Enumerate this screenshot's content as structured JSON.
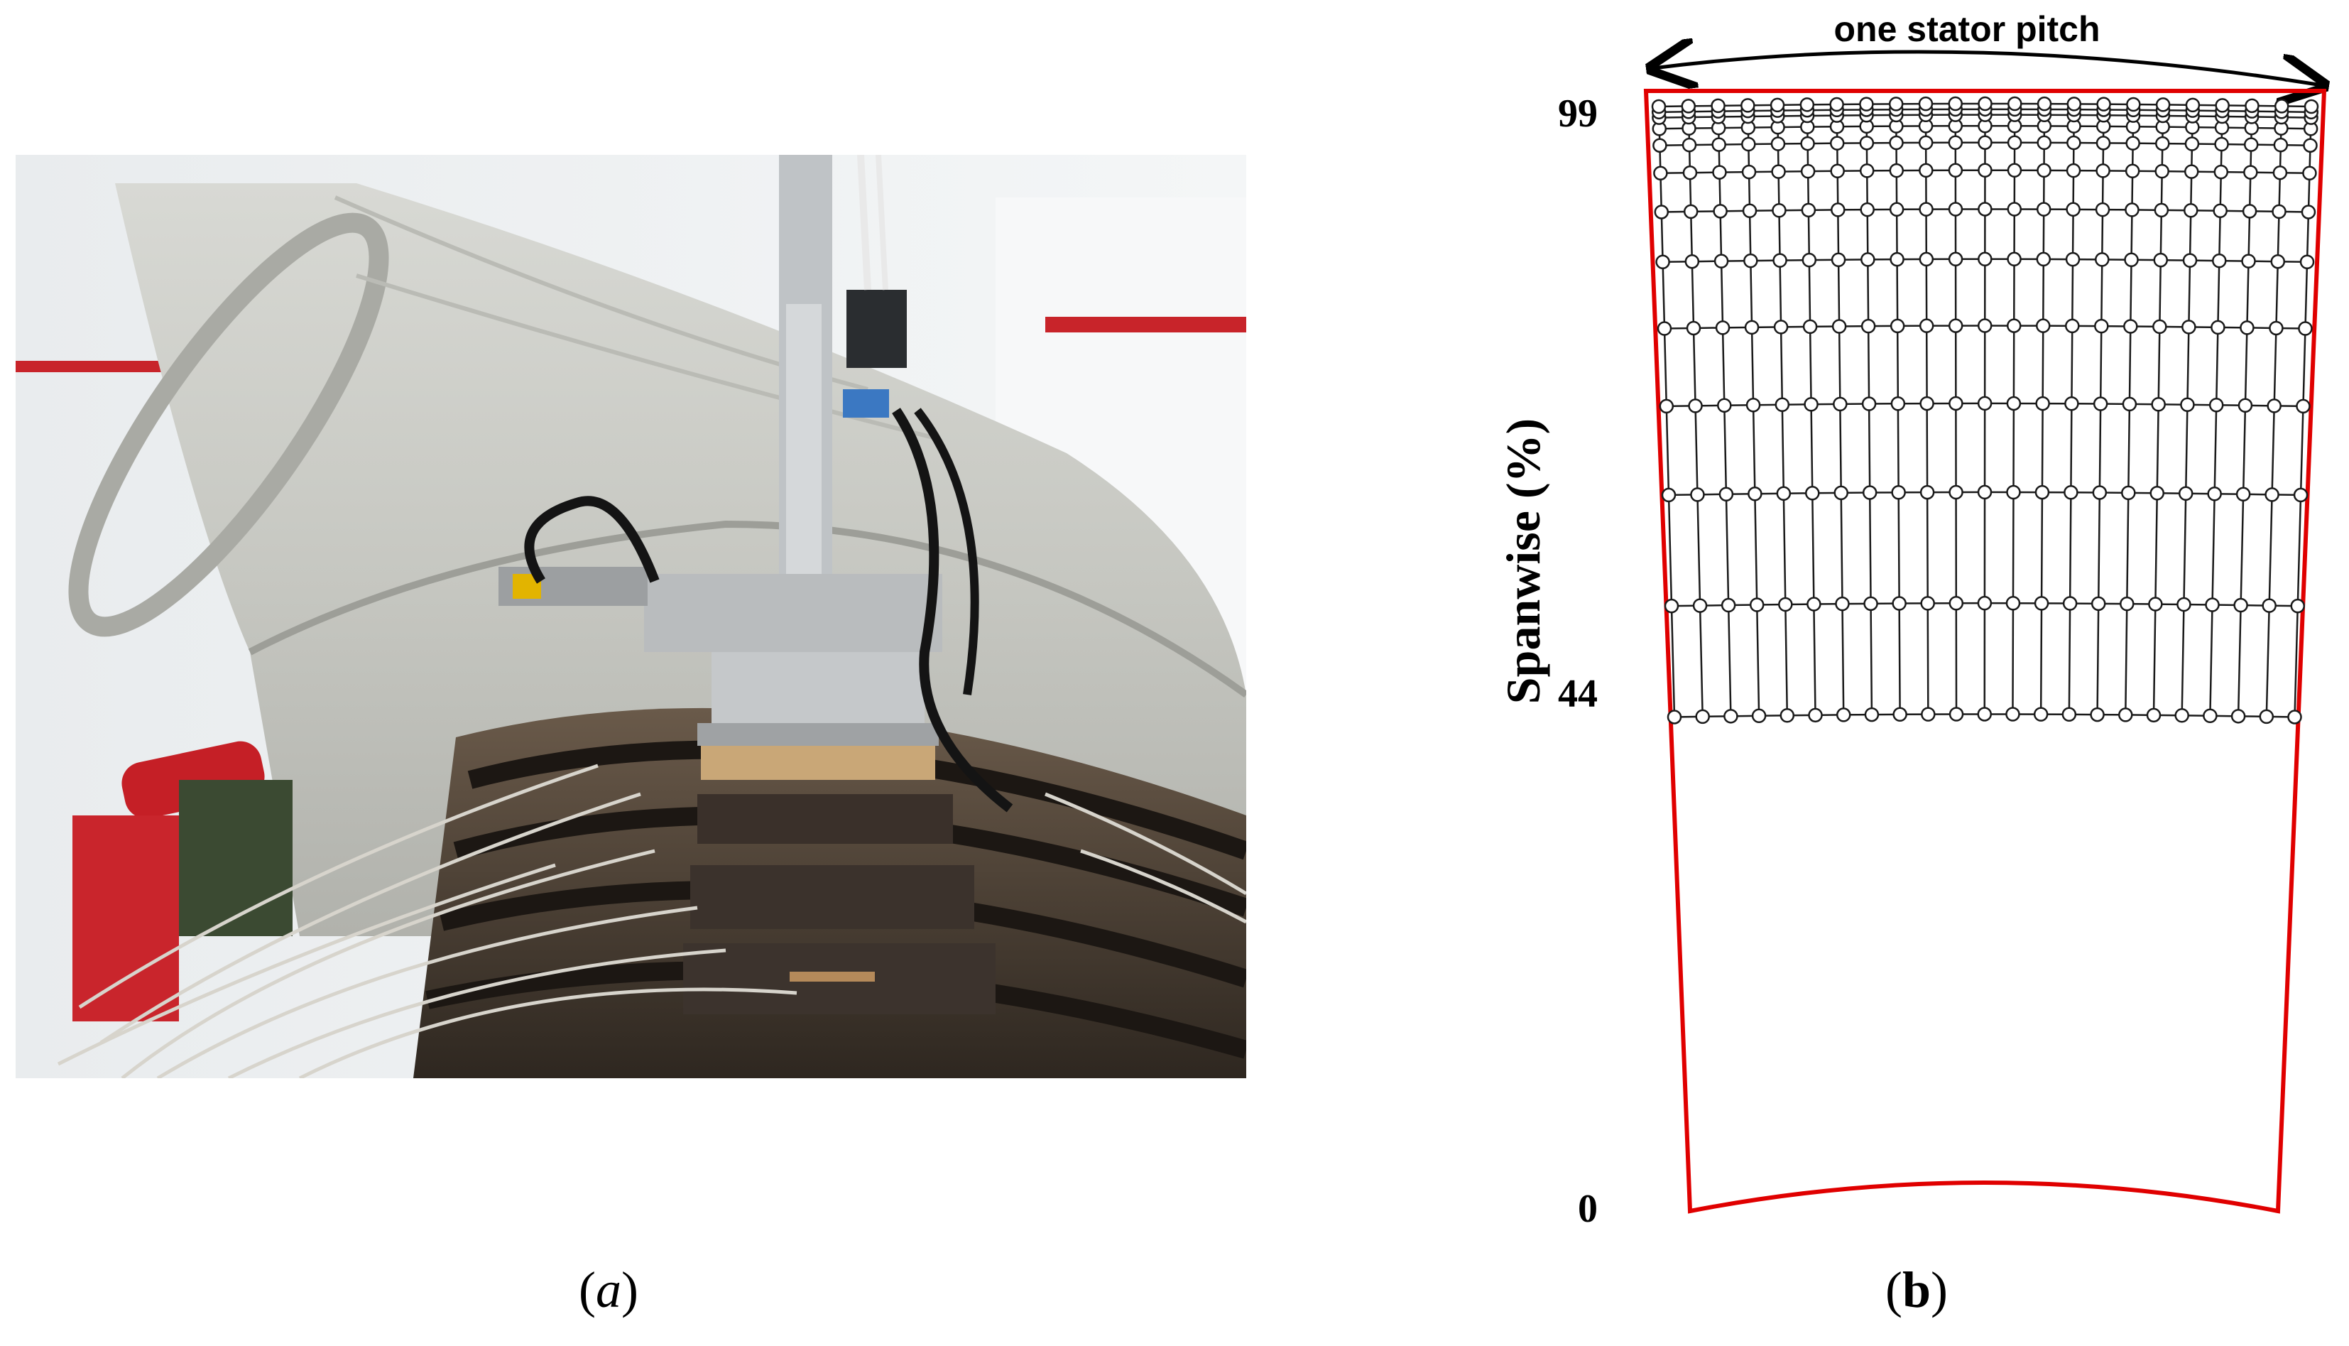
{
  "captions": {
    "a": {
      "open": "(",
      "letter": "a",
      "close": ")"
    },
    "b": {
      "open": "(",
      "letter": "b",
      "close": ")"
    }
  },
  "photo": {
    "subject": "test-rig-photo"
  },
  "grid_figure": {
    "pitch_label": "one stator pitch",
    "ylabel": "Spanwise (%)",
    "y_ticks": [
      "99",
      "44",
      "0"
    ],
    "outline_color": "#e00000",
    "grid_color": "#1a1a1a",
    "span_levels": [
      44,
      54,
      64,
      72,
      79,
      85,
      89.5,
      93,
      95.5,
      97,
      98,
      98.5,
      99
    ],
    "pitch_points": 23
  }
}
